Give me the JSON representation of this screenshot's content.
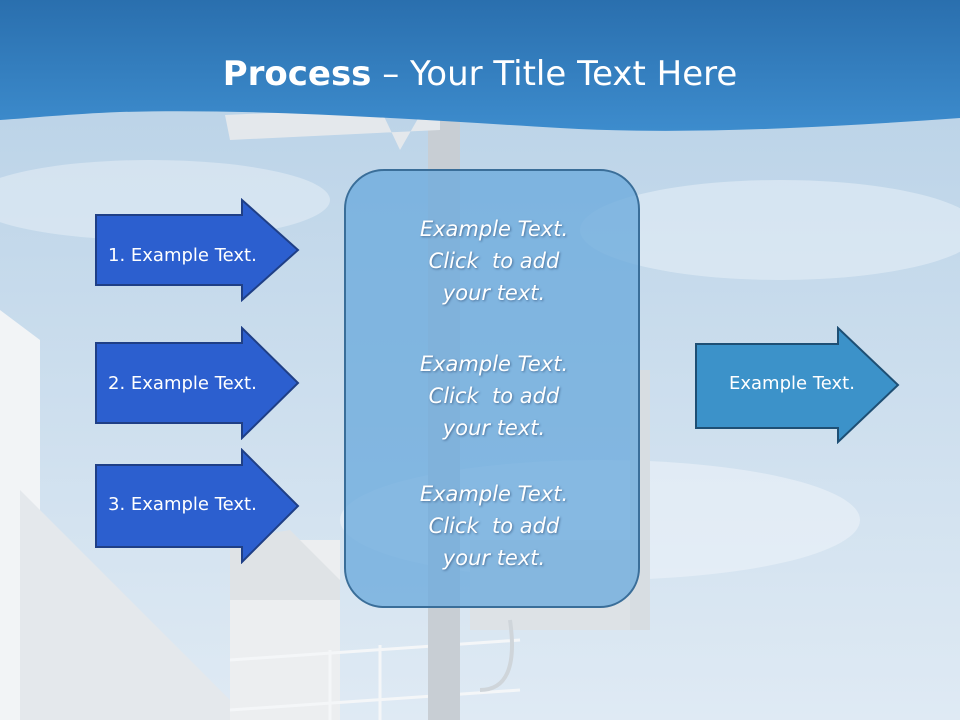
{
  "title": {
    "bold": "Process",
    "rest": " – Your Title Text Here"
  },
  "left_arrows": [
    {
      "label": "1. Example Text."
    },
    {
      "label": "2. Example Text."
    },
    {
      "label": "3. Example Text."
    }
  ],
  "center_box": {
    "blocks": [
      {
        "line1": "Example Text.",
        "line2": "Click  to add",
        "line3": "your text."
      },
      {
        "line1": "Example Text.",
        "line2": "Click  to add",
        "line3": "your text."
      },
      {
        "line1": "Example Text.",
        "line2": "Click  to add",
        "line3": "your text."
      }
    ]
  },
  "right_arrow": {
    "label": "Example Text."
  },
  "colors": {
    "header_band": "#2f79b8",
    "left_arrow_fill": "#2c5fcf",
    "right_arrow_fill": "#3c92c9",
    "center_box_fill": "#7fb4df"
  }
}
